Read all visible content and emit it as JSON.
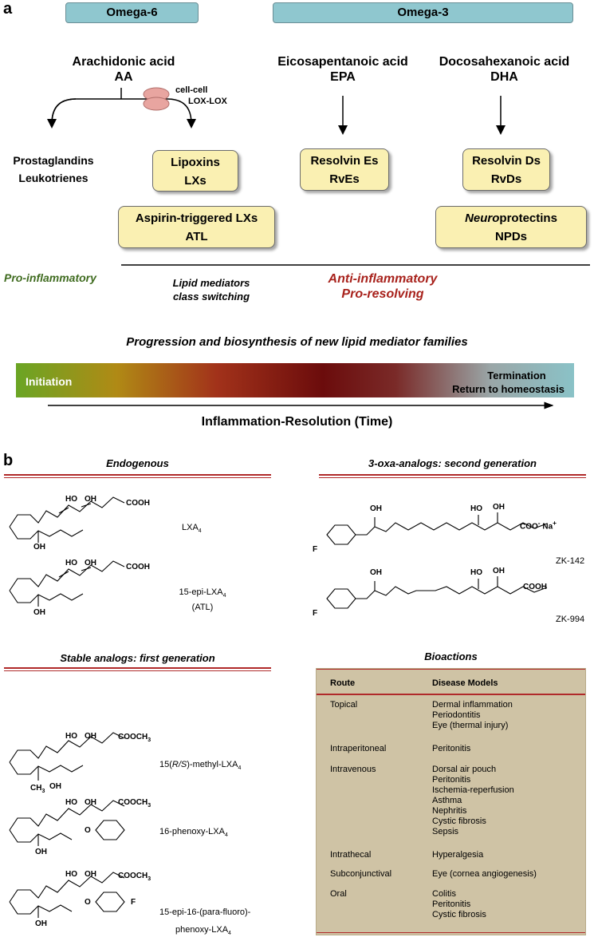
{
  "panel_a": {
    "letter": "a",
    "omega6": "Omega-6",
    "omega3": "Omega-3",
    "aa_name": "Arachidonic acid",
    "aa_abbr": "AA",
    "epa_name": "Eicosapentanoic acid",
    "epa_abbr": "EPA",
    "dha_name": "Docosahexanoic acid",
    "dha_abbr": "DHA",
    "cell_cell": "cell-cell",
    "lox_lox": "LOX-LOX",
    "prostaglandins": "Prostaglandins",
    "leukotrienes": "Leukotrienes",
    "lipoxins": "Lipoxins",
    "lxs": "LXs",
    "aspirin": "Aspirin-triggered LXs",
    "atl": "ATL",
    "resolvin_e": "Resolvin Es",
    "rve": "RvEs",
    "resolvin_d": "Resolvin Ds",
    "rvd": "RvDs",
    "neuro_italic": "Neuro",
    "neuro_rest": "protectins",
    "npd": "NPDs",
    "pro_inflammatory": "Pro-inflammatory",
    "class_switch_1": "Lipid mediators",
    "class_switch_2": "class switching",
    "anti_1": "Anti-inflammatory",
    "anti_2": "Pro-resolving",
    "progression": "Progression and biosynthesis of new lipid mediator families",
    "initiation": "Initiation",
    "termination_1": "Termination",
    "termination_2": "Return to homeostasis",
    "timeline": "Inflammation-Resolution (Time)",
    "colors": {
      "tag": "#8fc7cf",
      "box": "#faf0b2",
      "pro": "#3f6b1f",
      "anti": "#a8221c"
    }
  },
  "panel_b": {
    "letter": "b",
    "endogenous": "Endogenous",
    "oxa": "3-oxa-analogs: second generation",
    "stable": "Stable analogs: first generation",
    "bioactions": "Bioactions",
    "compounds": {
      "lxa4": {
        "name": "LXA",
        "sub": "4"
      },
      "epi_lxa4": {
        "name": "15-epi-LXA",
        "sub": "4",
        "extra": "(ATL)"
      },
      "zk142": "ZK-142",
      "zk994": "ZK-994",
      "methyl": {
        "pre": "15(",
        "italic": "R/S",
        "post": ")-methyl-LXA",
        "sub": "4"
      },
      "phenoxy": {
        "name": "16-phenoxy-LXA",
        "sub": "4"
      },
      "fluoro": {
        "line1": "15-epi-16-(para-fluoro)-",
        "line2": "phenoxy-LXA",
        "sub": "4"
      }
    },
    "chem_labels": {
      "ho": "HO",
      "oh": "OH",
      "cooh": "COOH",
      "cooch3": "COOCH",
      "ch3": "CH",
      "three": "3",
      "o": "O",
      "f": "F",
      "coo_minus": "COO",
      "na": "Na",
      "minus": "-",
      "plus": "+"
    },
    "table": {
      "headers": [
        "Route",
        "Disease Models"
      ],
      "rows": [
        {
          "route": "Topical",
          "models": [
            "Dermal inflammation",
            "Periodontitis",
            "Eye (thermal injury)"
          ]
        },
        {
          "route": "Intraperitoneal",
          "models": [
            "Peritonitis"
          ]
        },
        {
          "route": "Intravenous",
          "models": [
            "Dorsal air pouch",
            "Peritonitis",
            "Ischemia-reperfusion",
            "Asthma",
            "Nephritis",
            "Cystic fibrosis",
            "Sepsis"
          ]
        },
        {
          "route": "Intrathecal",
          "models": [
            "Hyperalgesia"
          ]
        },
        {
          "route": "Subconjunctival",
          "models": [
            "Eye (cornea angiogenesis)"
          ]
        },
        {
          "route": "Oral",
          "models": [
            "Colitis",
            "Peritonitis",
            "Cystic fibrosis"
          ]
        }
      ]
    }
  }
}
